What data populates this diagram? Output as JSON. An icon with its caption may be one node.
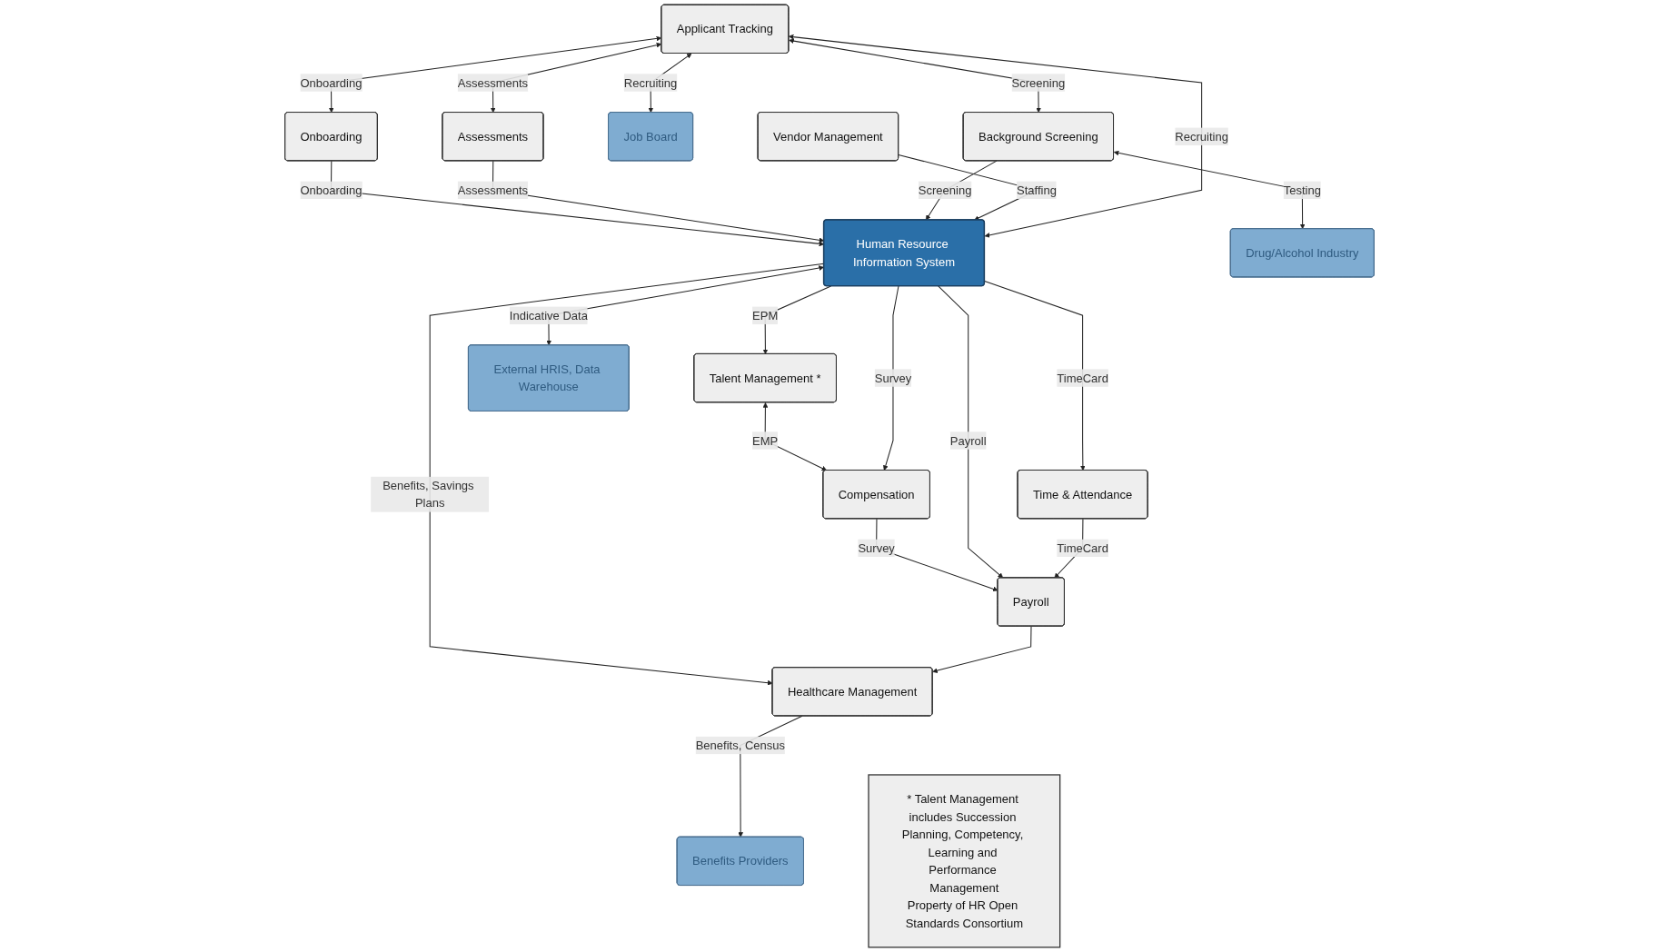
{
  "diagram": {
    "nodes": [
      {
        "text": [
          "Applicant Tracking"
        ]
      },
      {
        "text": [
          "Onboarding"
        ]
      },
      {
        "text": [
          "Assessments"
        ]
      },
      {
        "text": [
          "Talent Management *"
        ]
      },
      {
        "text": [
          "Job Board"
        ]
      },
      {
        "text": [
          "Compensation"
        ]
      },
      {
        "text": [
          "Background Screening"
        ]
      },
      {
        "text": [
          "Human Resource Information System"
        ]
      },
      {
        "text": [
          "Drug/Alcohol Industry"
        ]
      },
      {
        "text": [
          "Payroll"
        ]
      },
      {
        "text": [
          "Vendor Management"
        ]
      },
      {
        "text": [
          "Healthcare Management"
        ]
      },
      {
        "text": [
          "Time & Attendance"
        ]
      },
      {
        "text": [
          "* Talent Management includes Succession Planning, Competency, Learning and Performance Management",
          "Property of HR Open Standards Consortium"
        ]
      },
      {
        "text": [
          "External HRIS, Data Warehouse"
        ]
      },
      {
        "text": [
          "Benefits Providers"
        ]
      }
    ],
    "edges": [
      {
        "from": 0,
        "to": 2,
        "arrow": "both",
        "label": "Assessments"
      },
      {
        "from": 0,
        "to": 1,
        "arrow": "both",
        "label": "Onboarding"
      },
      {
        "from": 0,
        "to": 4,
        "arrow": "both",
        "label": "Recruiting"
      },
      {
        "from": 0,
        "to": 6,
        "arrow": "both",
        "label": "Screening"
      },
      {
        "from": 7,
        "to": 0,
        "arrow": "both",
        "label": "Recruiting"
      },
      {
        "from": 1,
        "to": 7,
        "arrow": "to",
        "label": "Onboarding"
      },
      {
        "from": 2,
        "to": 7,
        "arrow": "to",
        "label": "Assessments"
      },
      {
        "from": 7,
        "to": 3,
        "arrow": "to",
        "label": "EPM"
      },
      {
        "from": 3,
        "to": 5,
        "arrow": "both",
        "label": "EMP"
      },
      {
        "from": 7,
        "to": 5,
        "arrow": "to",
        "label": "Survey"
      },
      {
        "from": 5,
        "to": 9,
        "arrow": "to",
        "label": "Survey"
      },
      {
        "from": 6,
        "to": 7,
        "arrow": "to",
        "label": "Screening"
      },
      {
        "from": 7,
        "to": 9,
        "arrow": "to",
        "label": "Payroll"
      },
      {
        "from": 6,
        "to": 8,
        "arrow": "both",
        "label": "Testing"
      },
      {
        "from": 10,
        "to": 7,
        "arrow": "to",
        "label": "Staffing"
      },
      {
        "from": 7,
        "to": 11,
        "arrow": "to",
        "label": "Benefits, Savings Plans"
      },
      {
        "from": 7,
        "to": 12,
        "arrow": "to",
        "label": "TimeCard"
      },
      {
        "from": 12,
        "to": 9,
        "arrow": "to",
        "label": "TimeCard"
      },
      {
        "from": 7,
        "to": 14,
        "arrow": "both",
        "label": "Indicative Data"
      },
      {
        "from": 11,
        "to": 15,
        "arrow": "to",
        "label": "Benefits, Census"
      },
      {
        "from": 9,
        "to": 11,
        "arrow": "to"
      }
    ]
  }
}
